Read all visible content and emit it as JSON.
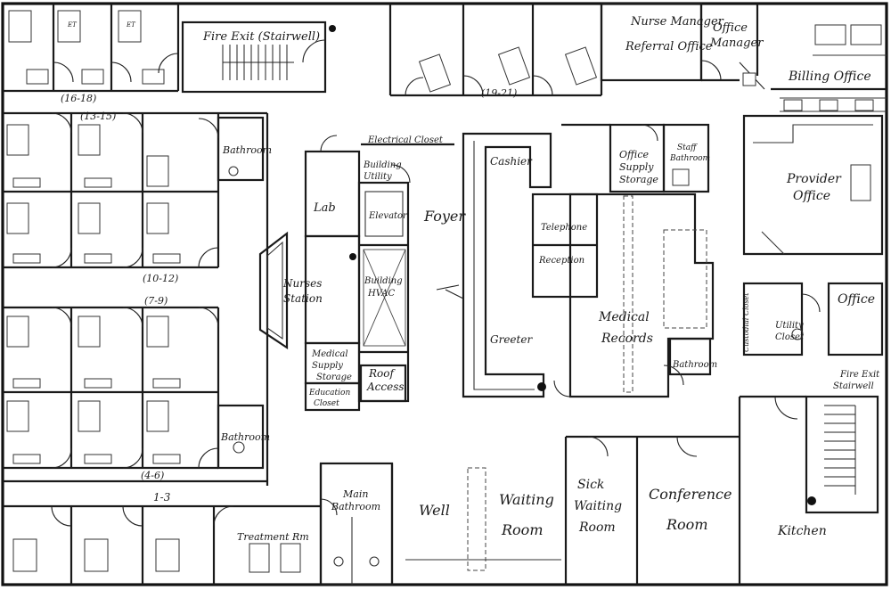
{
  "plan": {
    "rooms": [
      {
        "id": "fire-exit-top",
        "text": "Fire Exit (Stairwell)"
      },
      {
        "id": "nurse-manager",
        "text": "Nurse Manager"
      },
      {
        "id": "referral-office",
        "text": "Referral Office"
      },
      {
        "id": "office-manager-1",
        "text": "Office"
      },
      {
        "id": "office-manager-2",
        "text": "Manager"
      },
      {
        "id": "billing-office",
        "text": "Billing Office"
      },
      {
        "id": "range-16-18",
        "text": "(16-18)"
      },
      {
        "id": "range-19-21",
        "text": "(19-21)"
      },
      {
        "id": "range-13-15",
        "text": "(13-15)"
      },
      {
        "id": "range-10-12",
        "text": "(10-12)"
      },
      {
        "id": "range-7-9",
        "text": "(7-9)"
      },
      {
        "id": "range-4-6",
        "text": "(4-6)"
      },
      {
        "id": "range-1-3",
        "text": "1-3"
      },
      {
        "id": "bathroom-1",
        "text": "Bathroom"
      },
      {
        "id": "bathroom-2",
        "text": "Bathroom"
      },
      {
        "id": "electrical-closet",
        "text": "Electrical Closet"
      },
      {
        "id": "building-utility-1",
        "text": "Building"
      },
      {
        "id": "building-utility-2",
        "text": "Utility"
      },
      {
        "id": "lab",
        "text": "Lab"
      },
      {
        "id": "elevator",
        "text": "Elevator"
      },
      {
        "id": "foyer",
        "text": "Foyer"
      },
      {
        "id": "cashier",
        "text": "Cashier"
      },
      {
        "id": "office-supply-1",
        "text": "Office"
      },
      {
        "id": "office-supply-2",
        "text": "Supply"
      },
      {
        "id": "office-supply-3",
        "text": "Storage"
      },
      {
        "id": "staff-bathroom-1",
        "text": "Staff"
      },
      {
        "id": "staff-bathroom-2",
        "text": "Bathroom"
      },
      {
        "id": "provider-office-1",
        "text": "Provider"
      },
      {
        "id": "provider-office-2",
        "text": "Office"
      },
      {
        "id": "telephone",
        "text": "Telephone"
      },
      {
        "id": "reception",
        "text": "Reception"
      },
      {
        "id": "nurses-station-1",
        "text": "Nurses"
      },
      {
        "id": "nurses-station-2",
        "text": "Station"
      },
      {
        "id": "building-hvac-1",
        "text": "Building"
      },
      {
        "id": "building-hvac-2",
        "text": "HVAC"
      },
      {
        "id": "medical-records-1",
        "text": "Medical"
      },
      {
        "id": "medical-records-2",
        "text": "Records"
      },
      {
        "id": "office-right",
        "text": "Office"
      },
      {
        "id": "utility-closet-1",
        "text": "Utility"
      },
      {
        "id": "utility-closet-2",
        "text": "Closet"
      },
      {
        "id": "custodial-closet",
        "text": "Custodial Closet"
      },
      {
        "id": "greeter",
        "text": "Greeter"
      },
      {
        "id": "bathroom-3",
        "text": "Bathroom"
      },
      {
        "id": "medical-supply-1",
        "text": "Medical"
      },
      {
        "id": "medical-supply-2",
        "text": "Supply"
      },
      {
        "id": "medical-supply-3",
        "text": "Storage"
      },
      {
        "id": "roof-access-1",
        "text": "Roof"
      },
      {
        "id": "roof-access-2",
        "text": "Access"
      },
      {
        "id": "education-closet-1",
        "text": "Education"
      },
      {
        "id": "education-closet-2",
        "text": "Closet"
      },
      {
        "id": "fire-exit-right-1",
        "text": "Fire Exit"
      },
      {
        "id": "fire-exit-right-2",
        "text": "Stairwell"
      },
      {
        "id": "main-bathroom-1",
        "text": "Main"
      },
      {
        "id": "main-bathroom-2",
        "text": "Bathroom"
      },
      {
        "id": "well",
        "text": "Well"
      },
      {
        "id": "waiting-room-1a",
        "text": "Waiting"
      },
      {
        "id": "waiting-room-1b",
        "text": "Room"
      },
      {
        "id": "sick-waiting-1",
        "text": "Sick"
      },
      {
        "id": "sick-waiting-2",
        "text": "Waiting"
      },
      {
        "id": "sick-waiting-3",
        "text": "Room"
      },
      {
        "id": "conference-1",
        "text": "Conference"
      },
      {
        "id": "conference-2",
        "text": "Room"
      },
      {
        "id": "treatment-rm",
        "text": "Treatment Rm"
      },
      {
        "id": "kitchen",
        "text": "Kitchen"
      },
      {
        "id": "exam-et-1",
        "text": "ET"
      },
      {
        "id": "exam-et-2",
        "text": "ET"
      }
    ]
  }
}
